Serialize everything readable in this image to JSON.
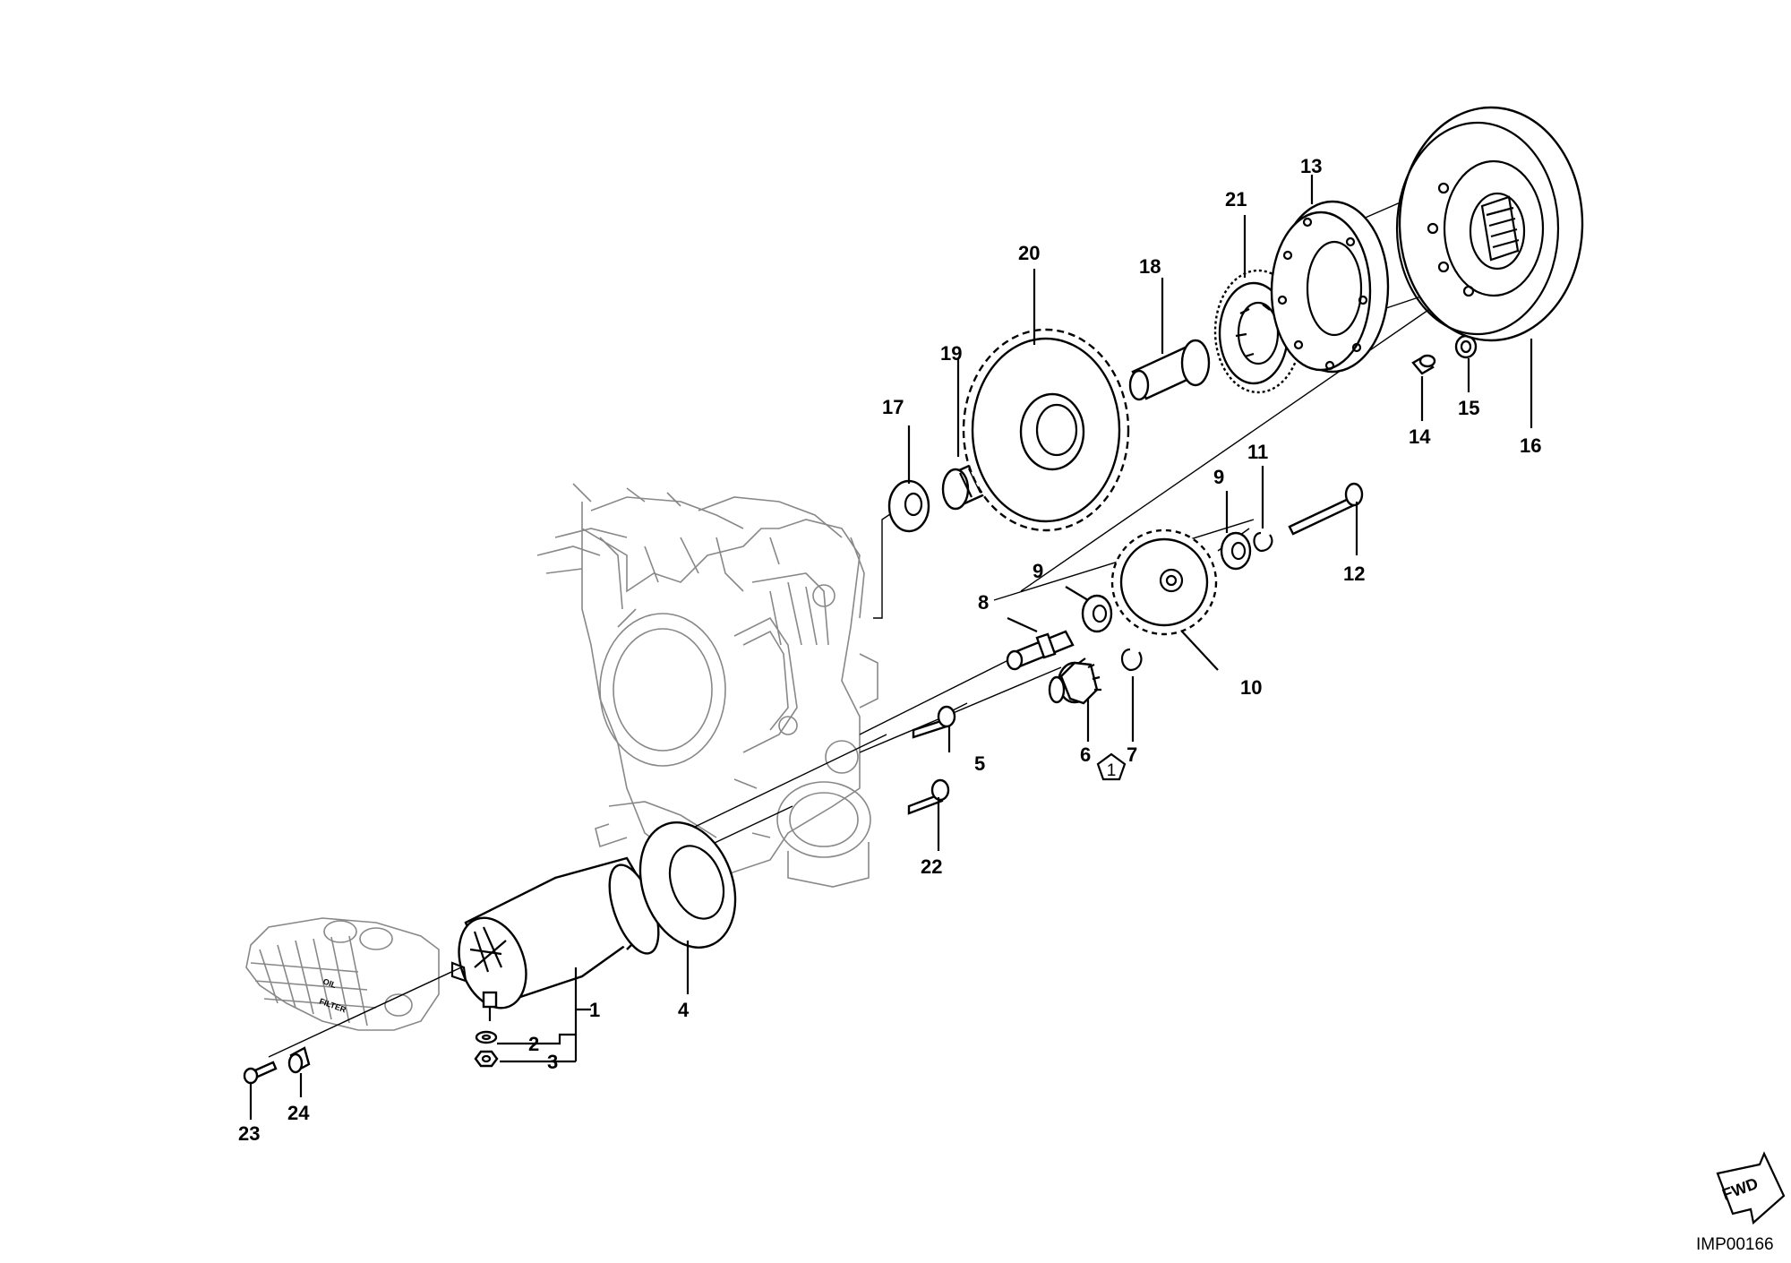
{
  "callouts": [
    "1",
    "2",
    "3",
    "4",
    "5",
    "6",
    "7",
    "8",
    "9",
    "9",
    "10",
    "11",
    "12",
    "13",
    "14",
    "15",
    "16",
    "17",
    "18",
    "19",
    "20",
    "21",
    "22",
    "23",
    "24"
  ],
  "note_symbol": "1",
  "cover_labels": {
    "oil": "OIL",
    "filter": "FILTER"
  },
  "fwd_label": "FWD",
  "image_code": "IMP00166"
}
